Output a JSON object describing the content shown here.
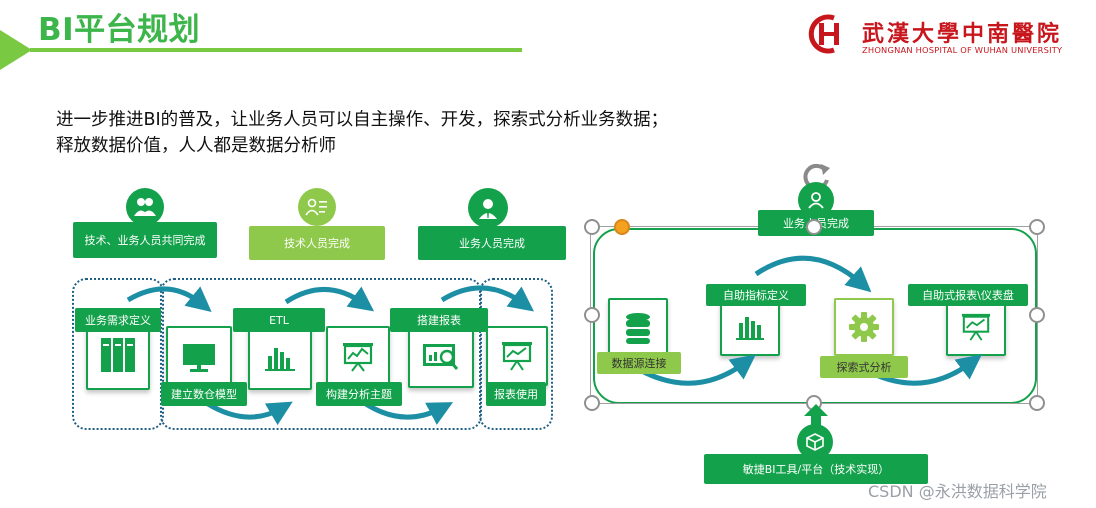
{
  "slide": {
    "title": "BI平台规划",
    "intro_lines": [
      "进一步推进BI的普及，让业务人员可以自主操作、开发，探索式分析业务数据；",
      "释放数据价值，人人都是数据分析师"
    ]
  },
  "logo": {
    "name_cn": "武漢大學中南醫院",
    "name_en": "ZHONGNAN HOSPITAL OF WUHAN UNIVERSITY"
  },
  "left_diagram": {
    "roles": [
      "技术、业务人员共同完成",
      "技术人员完成",
      "业务人员完成"
    ],
    "steps": [
      "业务需求定义",
      "建立数仓模型",
      "ETL",
      "构建分析主题",
      "搭建报表",
      "报表使用"
    ]
  },
  "right_diagram": {
    "role": "业务人员完成",
    "steps": [
      "数据源连接",
      "自助指标定义",
      "探索式分析",
      "自助式报表\\仪表盘"
    ],
    "bottom": "敏捷BI工具/平台（技术实现）"
  },
  "watermark": "CSDN @永洪数据科学院",
  "colors": {
    "green": "#13a24b",
    "light_green": "#8fc94b",
    "title_green": "#3cb54a",
    "dashed_blue": "#1e5f86",
    "arrow_teal": "#1d8fa5",
    "logo_red": "#c8161d"
  }
}
